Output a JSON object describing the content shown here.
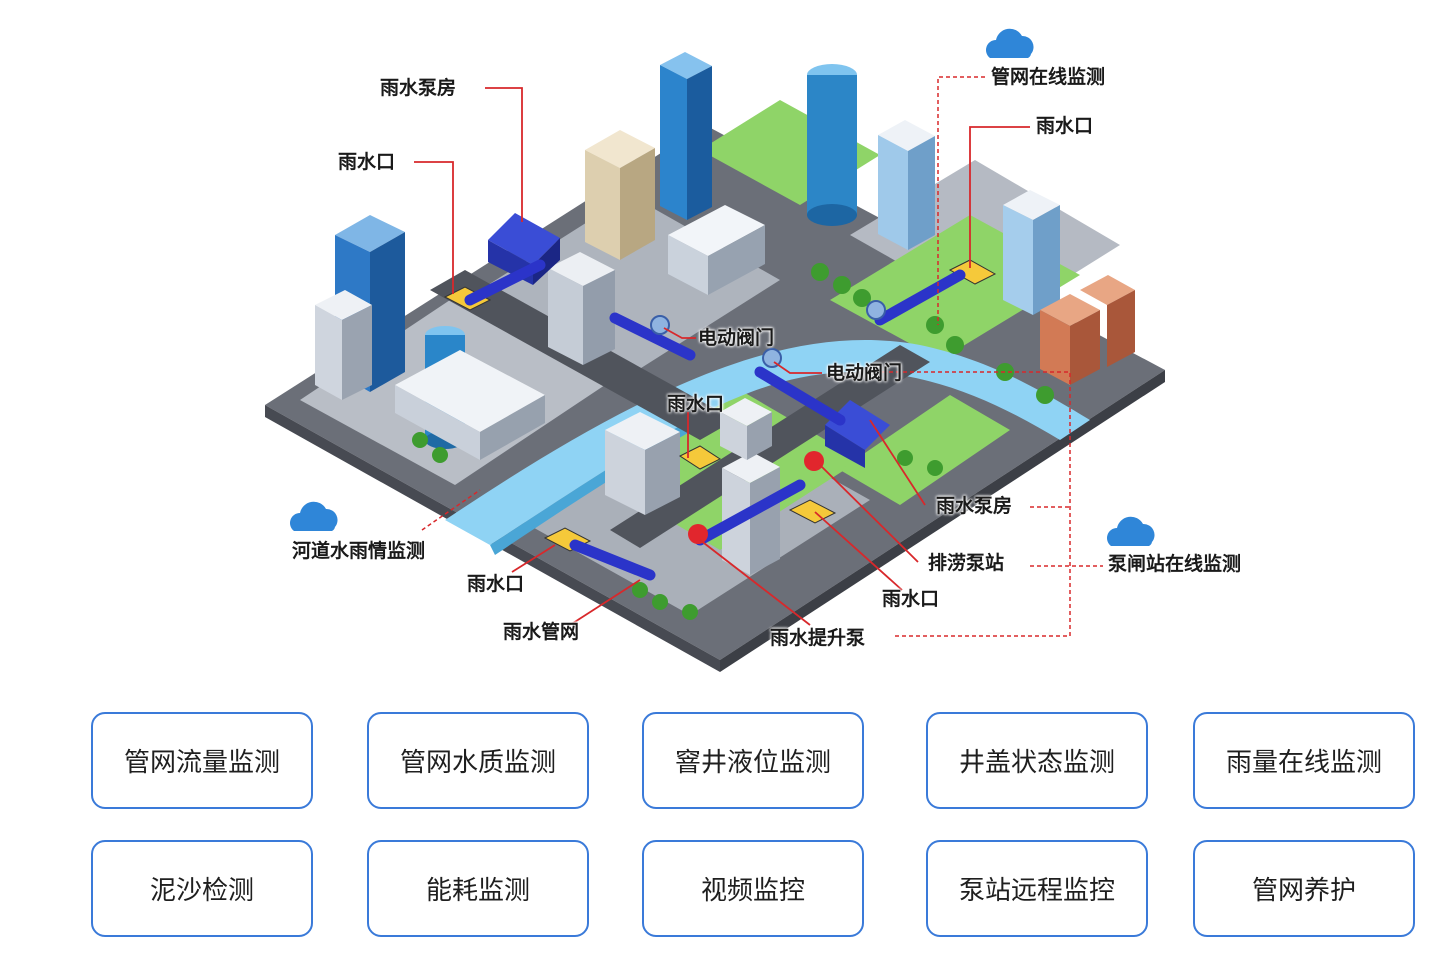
{
  "diagram": {
    "labels": {
      "pump_house_top_left": "雨水泵房",
      "inlet_top_left": "雨水口",
      "network_online_monitoring": "管网在线监测",
      "inlet_top_right": "雨水口",
      "electric_valve_1": "电动阀门",
      "electric_valve_2": "电动阀门",
      "inlet_center": "雨水口",
      "pump_house_right": "雨水泵房",
      "river_rain_monitoring": "河道水雨情监测",
      "drainage_pump_station": "排涝泵站",
      "pump_gate_station_monitoring": "泵闸站在线监测",
      "inlet_bottom_left": "雨水口",
      "inlet_bottom_right": "雨水口",
      "rain_pipe_network": "雨水管网",
      "rain_lift_pump": "雨水提升泵"
    },
    "colors": {
      "leader_line": "#d8282b",
      "pipe": "#2b34c9",
      "cloud": "#2f86d8",
      "water": "#8fd3f4",
      "grass": "#8fd468",
      "road": "#5a5e66"
    }
  },
  "feature_buttons": [
    [
      "管网流量监测",
      "管网水质监测",
      "窨井液位监测",
      "井盖状态监测",
      "雨量在线监测"
    ],
    [
      "泥沙检测",
      "能耗监测",
      "视频监控",
      "泵站远程监控",
      "管网养护"
    ]
  ],
  "button_border_color": "#3a7ad9"
}
